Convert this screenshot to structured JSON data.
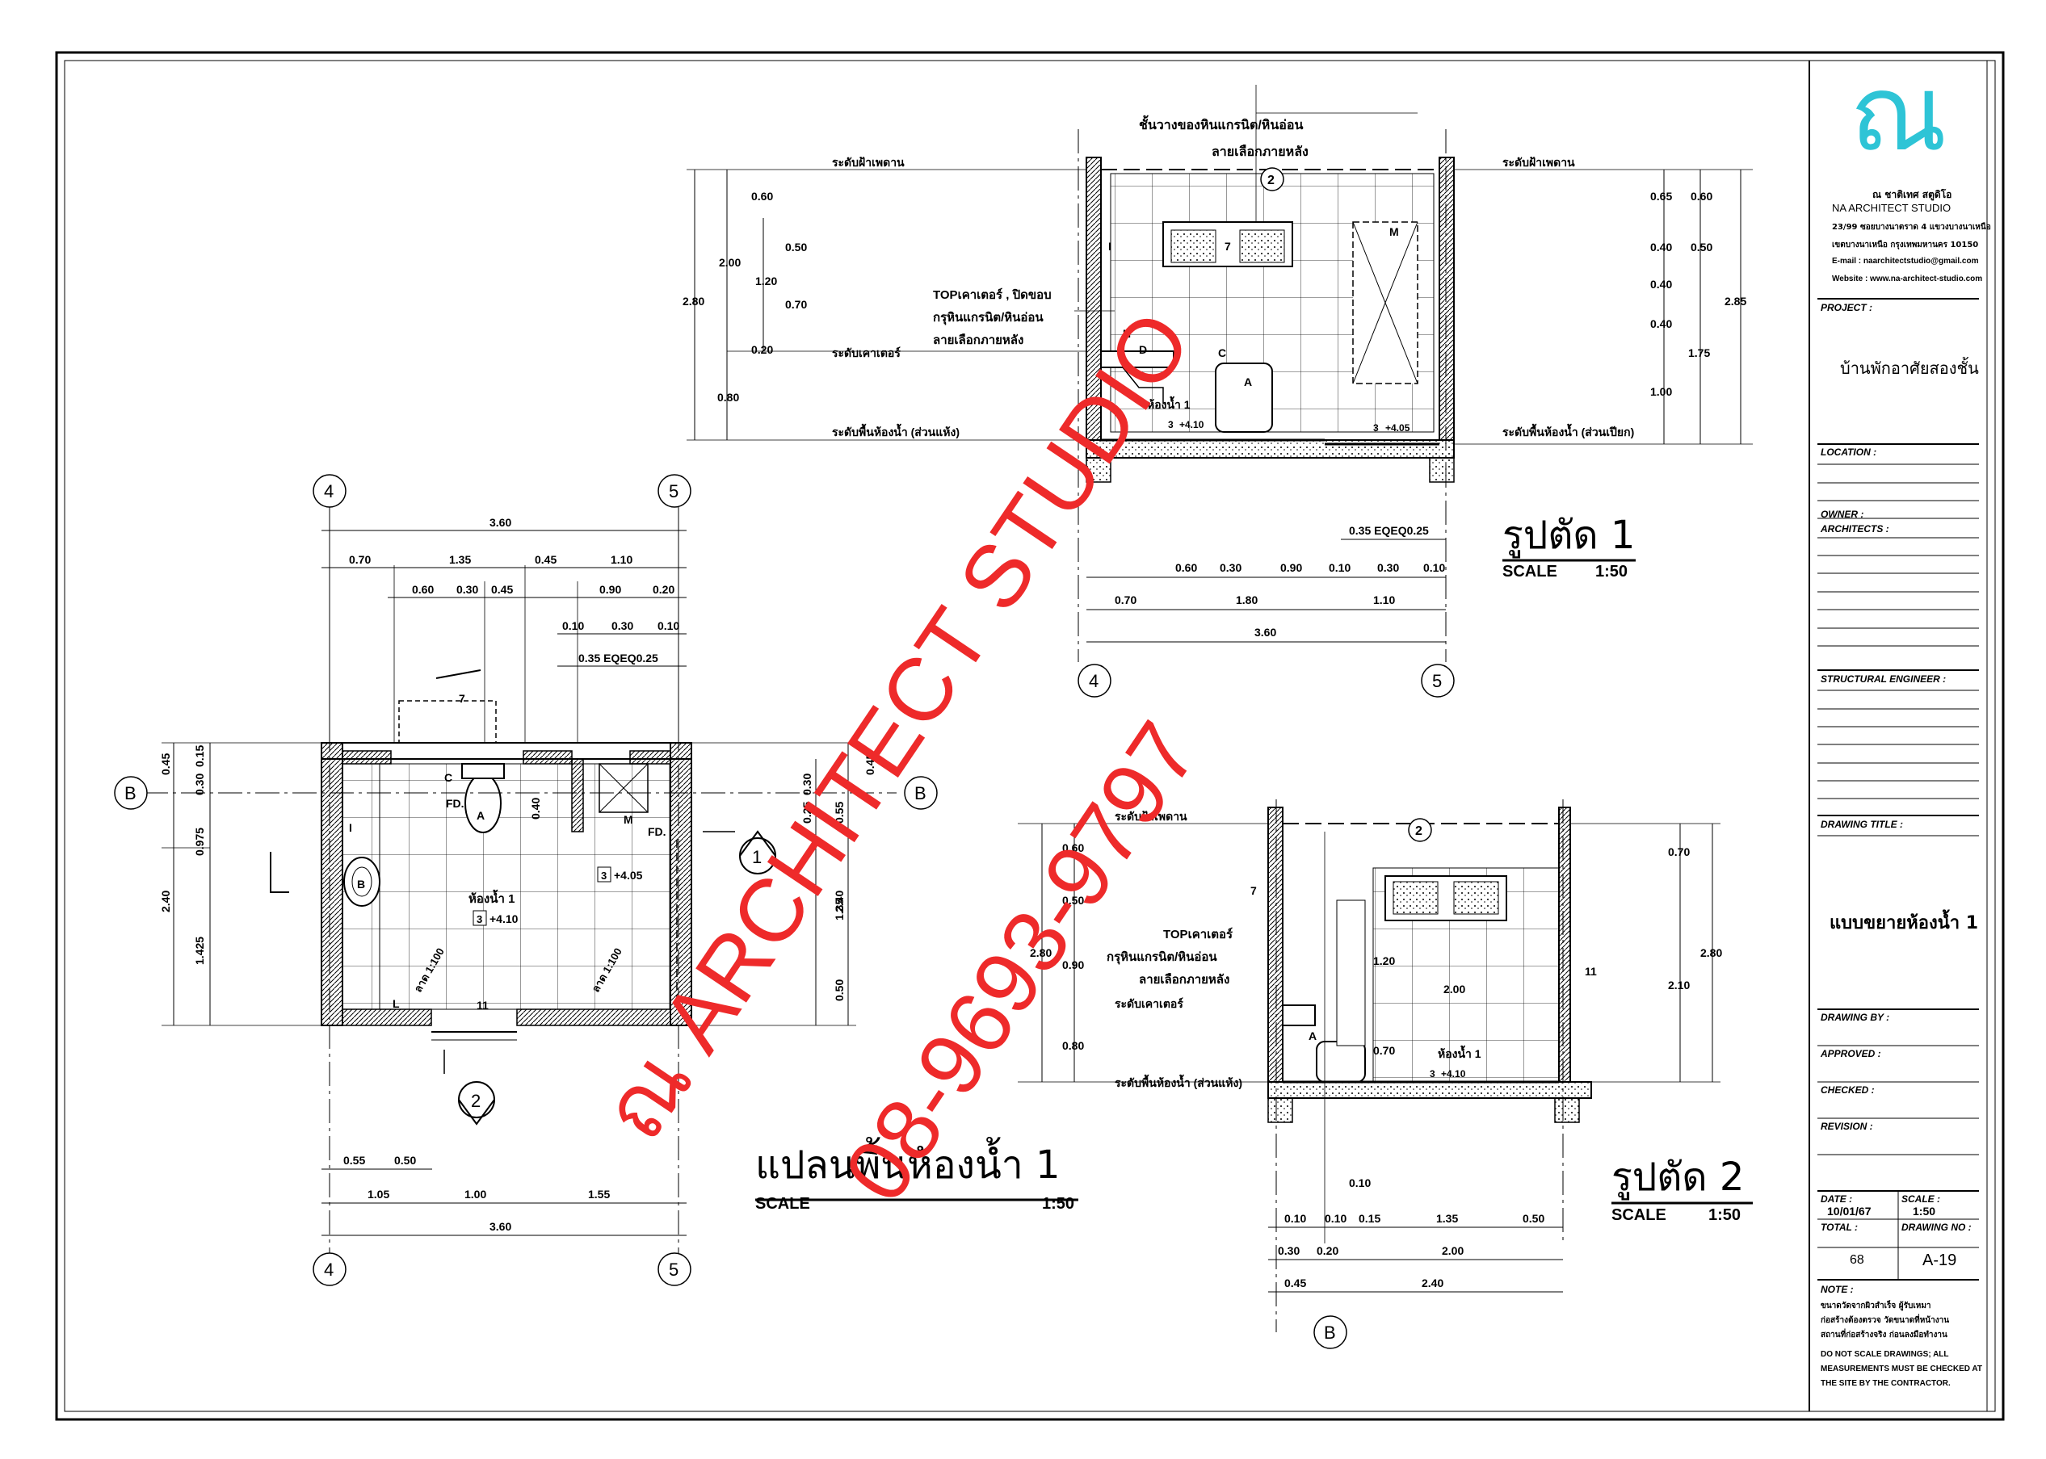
{
  "title_block": {
    "logo_glyph": "ณ",
    "firm_thai": "ณ ชาติเทศ สตูดิโอ",
    "firm_en": "NA ARCHITECT STUDIO",
    "address_1": "23/99 ซอยบางนาตราด 4 แขวงบางนาเหนือ",
    "address_2": "เขตบางนาเหนือ กรุงเทพมหานคร 10150",
    "email": "E-mail : naarchitectstudio@gmail.com",
    "website": "Website : www.na-architect-studio.com",
    "project_label": "PROJECT :",
    "project_name": "บ้านพักอาศัยสองชั้น",
    "location_label": "LOCATION :",
    "owner_label": "OWNER :",
    "architects_label": "ARCHITECTS :",
    "structural_label": "STRUCTURAL ENGINEER :",
    "drawing_title_label": "DRAWING TITLE :",
    "drawing_title": "แบบขยายห้องน้ำ 1",
    "drawing_by_label": "DRAWING BY :",
    "approved_label": "APPROVED :",
    "checked_label": "CHECKED :",
    "revision_label": "REVISION :",
    "date_label": "DATE :",
    "date_value": "10/01/67",
    "scale_label": "SCALE :",
    "scale_value": "1:50",
    "total_label": "TOTAL :",
    "total_value": "68",
    "drawing_no_label": "DRAWING NO :",
    "drawing_no_value": "A-19",
    "note_label": "NOTE :",
    "note_thai_1": "ขนาดวัดจากผิวสำเร็จ ผู้รับเหมา",
    "note_thai_2": "ก่อสร้างต้องตรวจ วัดขนาดที่หน้างาน",
    "note_thai_3": "สถานที่ก่อสร้างจริง ก่อนลงมือทำงาน",
    "note_en_1": "DO NOT SCALE DRAWINGS; ALL",
    "note_en_2": "MEASUREMENTS MUST BE CHECKED AT",
    "note_en_3": "THE SITE BY THE CONTRACTOR."
  },
  "plan": {
    "title": "แปลนพื้นห้องน้ำ 1",
    "scale_label": "SCALE",
    "scale_value": "1:50",
    "grid_4": "4",
    "grid_5": "5",
    "grid_b": "B",
    "room_name": "ห้องน้ำ 1",
    "level_a": "+4.10",
    "level_b": "+4.05",
    "level_tag_3": "3",
    "tile_1": "ลาด 1:100",
    "tile_2": "ลาด 1:100",
    "fd_1": "FD.",
    "fd_2": "FD.",
    "dims_top_total": "3.60",
    "dims_top_row": [
      "0.70",
      "1.35",
      "0.45",
      "1.10"
    ],
    "dims_top_row2": [
      "0.60",
      "0.30",
      "0.45",
      "0.90",
      "0.20"
    ],
    "dims_top_row3": [
      "0.10",
      "0.30",
      "0.10"
    ],
    "dims_top_row4": "0.35 EQEQ0.25",
    "dims_bottom_row1": [
      "0.55",
      "0.50"
    ],
    "dims_bottom_row2": [
      "1.05",
      "1.00",
      "1.55"
    ],
    "dims_bottom_total": "3.60",
    "dims_left_total": "2.40",
    "dims_left_row": [
      "0.45",
      "0.975",
      "1.425"
    ],
    "dims_left_row2": [
      "0.15",
      "0.30"
    ],
    "dims_right_total": "2.40",
    "dims_right_row": [
      "0.45",
      "0.55",
      "1.35",
      "0.50"
    ],
    "dims_right_row2": [
      "0.25",
      "0.30"
    ],
    "dim_inner_040": "0.40",
    "section_marks": [
      "1",
      "2"
    ],
    "tag_7": "7",
    "tag_11": "11",
    "tag_I": "I",
    "tag_A": "A",
    "tag_B": "B",
    "tag_C": "C",
    "tag_L": "L",
    "tag_M": "M"
  },
  "section1": {
    "title": "รูปตัด 1",
    "scale_label": "SCALE",
    "scale_value": "1:50",
    "note_shelf_1": "ชั้นวางของหินแกรนิต/หินอ่อน",
    "note_shelf_2": "ลายเลือกภายหลัง",
    "note_counter_1": "TOPเคาเตอร์ , ปิดขอบ",
    "note_counter_2": "กรุหินแกรนิต/หินอ่อน",
    "note_counter_3": "ลายเลือกภายหลัง",
    "level_ceiling": "ระดับฝ้าเพดาน",
    "level_ceiling_r": "ระดับฝ้าเพดาน",
    "level_counter": "ระดับเคาเตอร์",
    "level_floor_dry": "ระดับพื้นห้องน้ำ (ส่วนแห้ง)",
    "level_floor_wet": "ระดับพื้นห้องน้ำ (ส่วนเปียก)",
    "room_name": "ห้องน้ำ 1",
    "level_tag_3": "3",
    "level_a": "+4.10",
    "level_b": "+4.05",
    "dims_left_total": "2.80",
    "dims_left_row1": [
      "0.60",
      "1.20",
      "0.20",
      "0.80"
    ],
    "dims_left_sub": "2.00",
    "dims_left_row2": [
      "0.50",
      "0.70"
    ],
    "dims_right_total": "2.85",
    "dims_right_row1": [
      "0.65",
      "0.40",
      "0.40",
      "0.40",
      "1.00"
    ],
    "dims_right_row2": [
      "0.60",
      "0.50"
    ],
    "dims_right_sub": "1.75",
    "dims_bottom_row1": [
      "0.60",
      "0.30",
      "0.90",
      "0.10",
      "0.30",
      "0.10"
    ],
    "dims_bottom_row0": "0.35 EQEQ0.25",
    "dims_bottom_row2": [
      "0.70",
      "1.80",
      "1.10"
    ],
    "dims_bottom_total": "3.60",
    "grid_4": "4",
    "grid_5": "5",
    "tag_2": "2",
    "tag_7": "7",
    "tag_I": "I",
    "tag_H": "H",
    "tag_D": "D",
    "tag_C": "C",
    "tag_A": "A",
    "tag_M": "M"
  },
  "section2": {
    "title": "รูปตัด 2",
    "scale_label": "SCALE",
    "scale_value": "1:50",
    "level_ceiling": "ระดับฝ้าเพดาน",
    "level_counter": "ระดับเคาเตอร์",
    "level_floor_dry": "ระดับพื้นห้องน้ำ (ส่วนแห้ง)",
    "note_counter_1": "TOPเคาเตอร์",
    "note_counter_2": "กรุหินแกรนิต/หินอ่อน",
    "note_counter_3": "ลายเลือกภายหลัง",
    "room_name": "ห้องน้ำ 1",
    "level_tag_3": "3",
    "level_a": "+4.10",
    "dims_left_total": "2.80",
    "dims_left_row": [
      "0.60",
      "0.50",
      "0.90",
      "0.80"
    ],
    "dims_right_total": "2.80",
    "dims_right_row": [
      "0.70",
      "2.10"
    ],
    "dim_120": "1.20",
    "dim_200": "2.00",
    "dim_070": "0.70",
    "dims_bottom_row1": [
      "0.10",
      "0.10",
      "0.15",
      "1.35",
      "0.50"
    ],
    "dims_bottom_row0": "0.10",
    "dims_bottom_row2": [
      "0.30",
      "0.20",
      "2.00"
    ],
    "dims_bottom_row3": [
      "0.45",
      "2.40"
    ],
    "grid_b": "B",
    "tag_2": "2",
    "tag_7": "7",
    "tag_11": "11",
    "tag_A": "A"
  },
  "watermark": {
    "line1": "ณ ARCHITECT STUDIO",
    "line2": "08-9693-9797"
  },
  "colors": {
    "logo": "#2ec4d6",
    "watermark": "#ee2a2a",
    "line": "#000000"
  }
}
